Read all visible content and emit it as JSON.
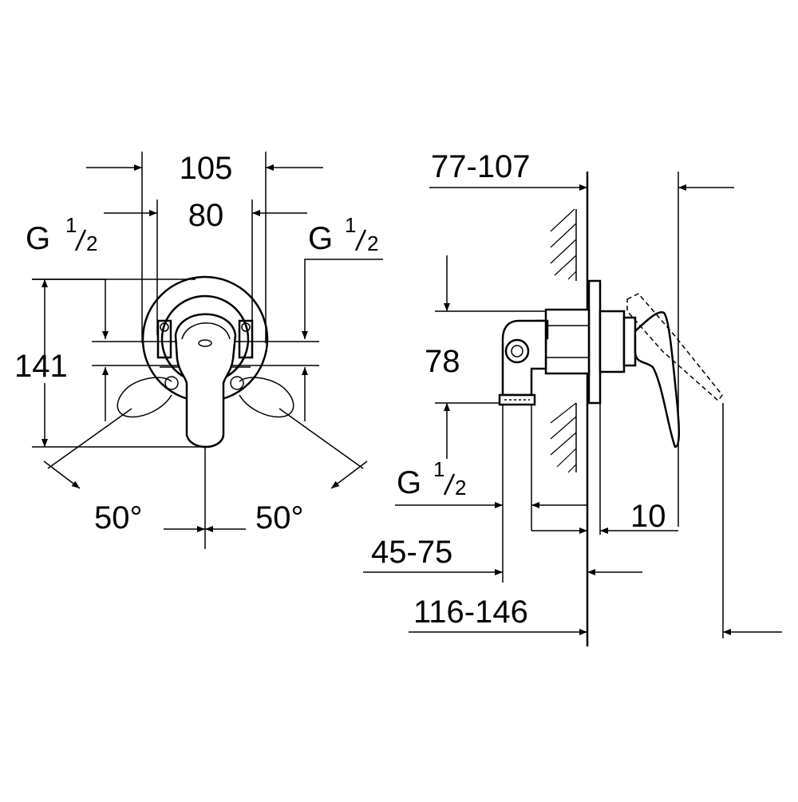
{
  "front_view": {
    "width_outer": "105",
    "width_inner": "80",
    "thread_left": {
      "letter": "G",
      "num": "1",
      "den": "2"
    },
    "thread_right": {
      "letter": "G",
      "num": "1",
      "den": "2"
    },
    "height": "141",
    "angle_left": "50°",
    "angle_right": "50°"
  },
  "side_view": {
    "depth_range": "77-107",
    "height": "78",
    "thread": {
      "letter": "G",
      "num": "1",
      "den": "2"
    },
    "plate": "10",
    "install_range": "45-75",
    "total_range": "116-146"
  }
}
